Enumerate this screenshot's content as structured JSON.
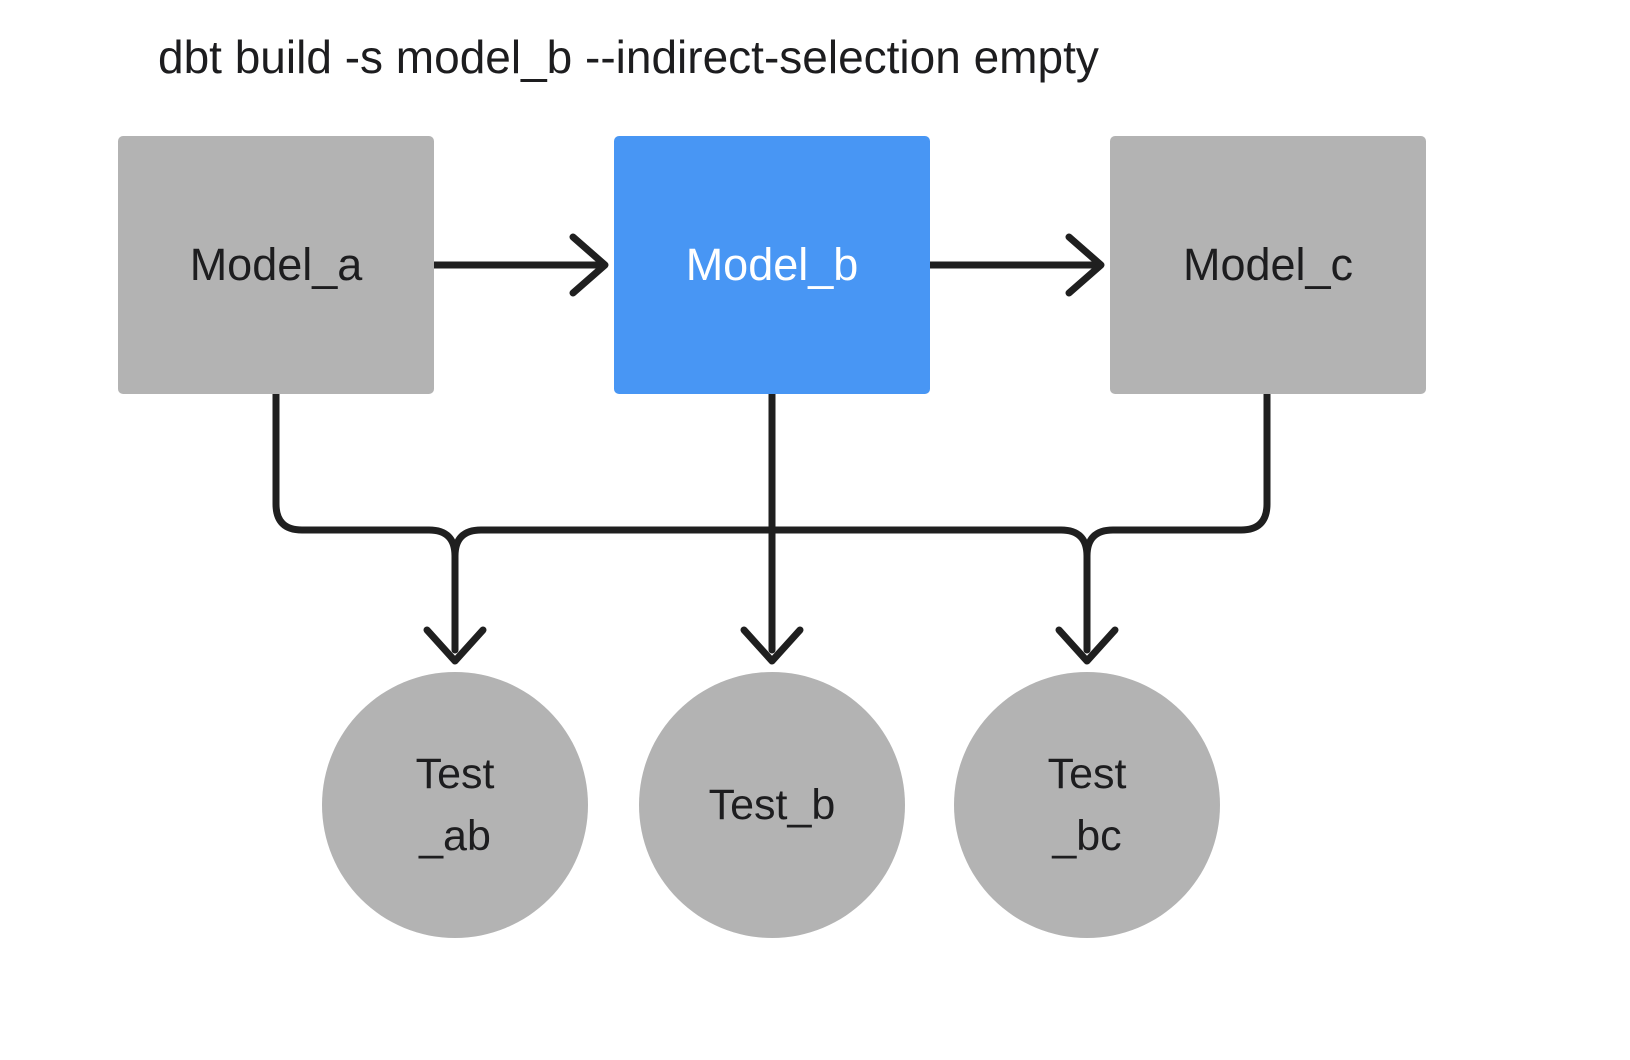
{
  "title": "dbt build -s model_b --indirect-selection empty",
  "colors": {
    "background": "#ffffff",
    "node_gray": "#b3b3b3",
    "node_selected": "#4896f4",
    "edge": "#1f1f1f",
    "text_dark": "#1d1d1f",
    "text_light": "#ffffff"
  },
  "nodes": {
    "model_a": {
      "label": "Model_a",
      "type": "model",
      "selected": false
    },
    "model_b": {
      "label": "Model_b",
      "type": "model",
      "selected": true
    },
    "model_c": {
      "label": "Model_c",
      "type": "model",
      "selected": false
    },
    "test_ab": {
      "lines": [
        "Test",
        "_ab"
      ],
      "type": "test"
    },
    "test_b": {
      "lines": [
        "Test_b"
      ],
      "type": "test"
    },
    "test_bc": {
      "lines": [
        "Test",
        "_bc"
      ],
      "type": "test"
    }
  },
  "edges": [
    {
      "from": "model_a",
      "to": "model_b"
    },
    {
      "from": "model_b",
      "to": "model_c"
    },
    {
      "from": "model_a",
      "to": "test_ab"
    },
    {
      "from": "model_b",
      "to": "test_ab"
    },
    {
      "from": "model_b",
      "to": "test_b"
    },
    {
      "from": "model_b",
      "to": "test_bc"
    },
    {
      "from": "model_c",
      "to": "test_bc"
    }
  ]
}
